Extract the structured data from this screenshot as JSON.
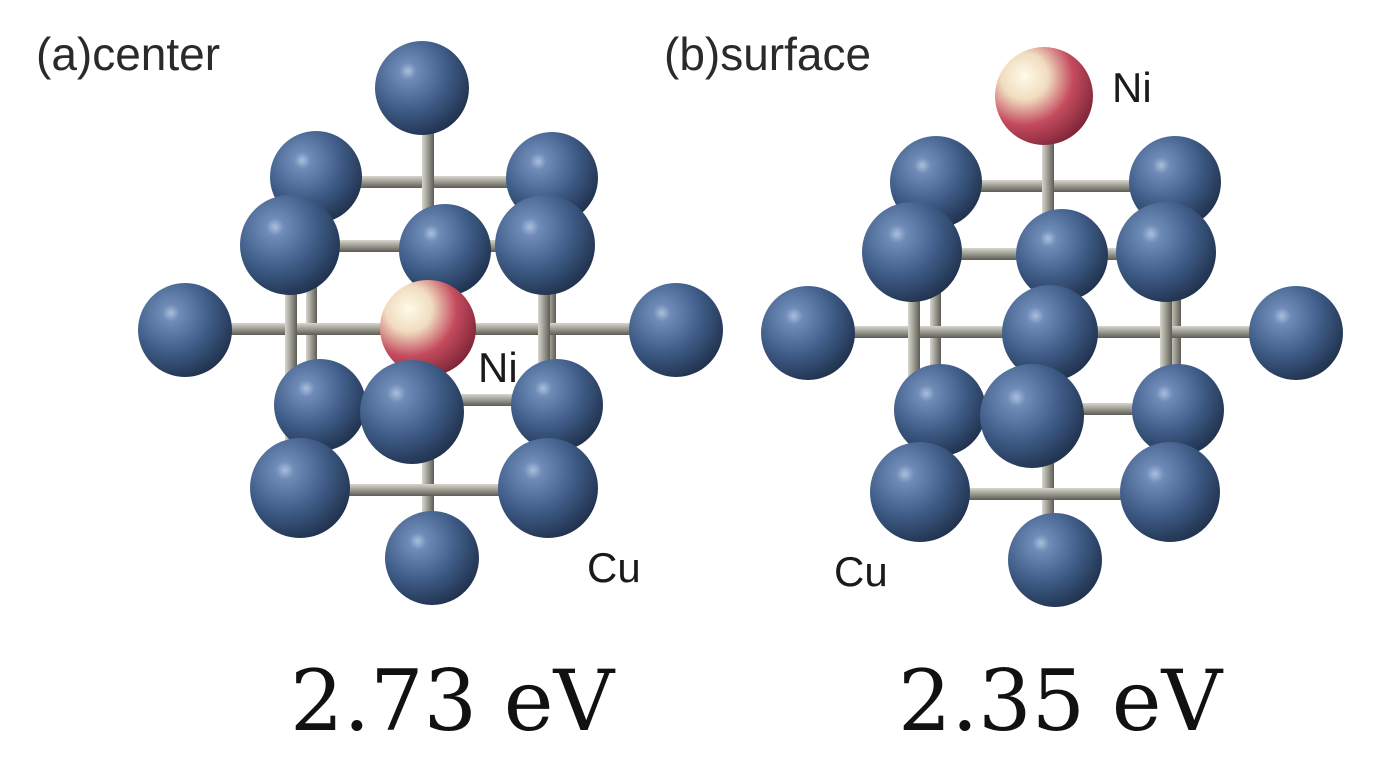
{
  "panels": [
    {
      "id": "center",
      "label": "(a)center",
      "ni_label": "Ni",
      "cu_label": "Cu",
      "energy": "2.73 eV"
    },
    {
      "id": "surface",
      "label": "(b)surface",
      "ni_label": "Ni",
      "cu_label": "Cu",
      "energy": "2.35 eV"
    }
  ],
  "colors": {
    "cu_atom": "#3f5d88",
    "ni_atom": "#c44b5e",
    "bond": "#8a8a80",
    "text": "#1a1a1a"
  }
}
